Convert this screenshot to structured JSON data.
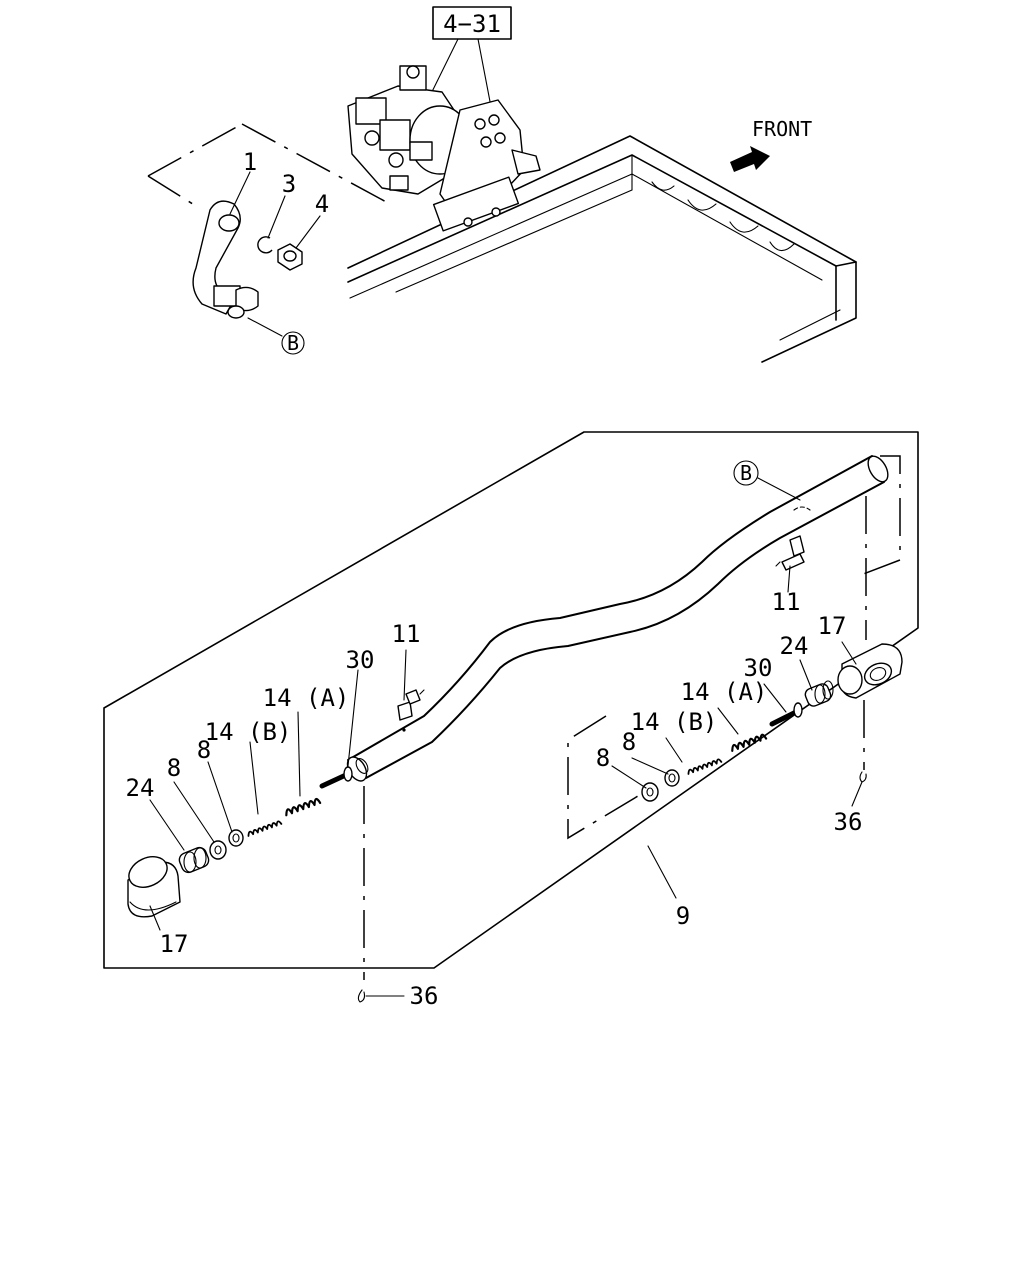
{
  "top": {
    "ref_box": "4−31",
    "front_label": "FRONT",
    "callouts": {
      "c1": "1",
      "c3": "3",
      "c4": "4",
      "cB": "B"
    }
  },
  "lower": {
    "callouts": {
      "b_top": "B",
      "n11_right": "11",
      "n17_right": "17",
      "n24_right": "24",
      "n30_right": "30",
      "n14a_right": "14 (A)",
      "n14b_right": "14 (B)",
      "n8a_right": "8",
      "n8b_right": "8",
      "n36_right": "36",
      "n9": "9",
      "n11_left": "11",
      "n30_left": "30",
      "n14a_left": "14 (A)",
      "n14b_left": "14 (B)",
      "n8a_left": "8",
      "n8b_left": "8",
      "n24_left": "24",
      "n17_left": "17",
      "n36_left": "36"
    }
  }
}
